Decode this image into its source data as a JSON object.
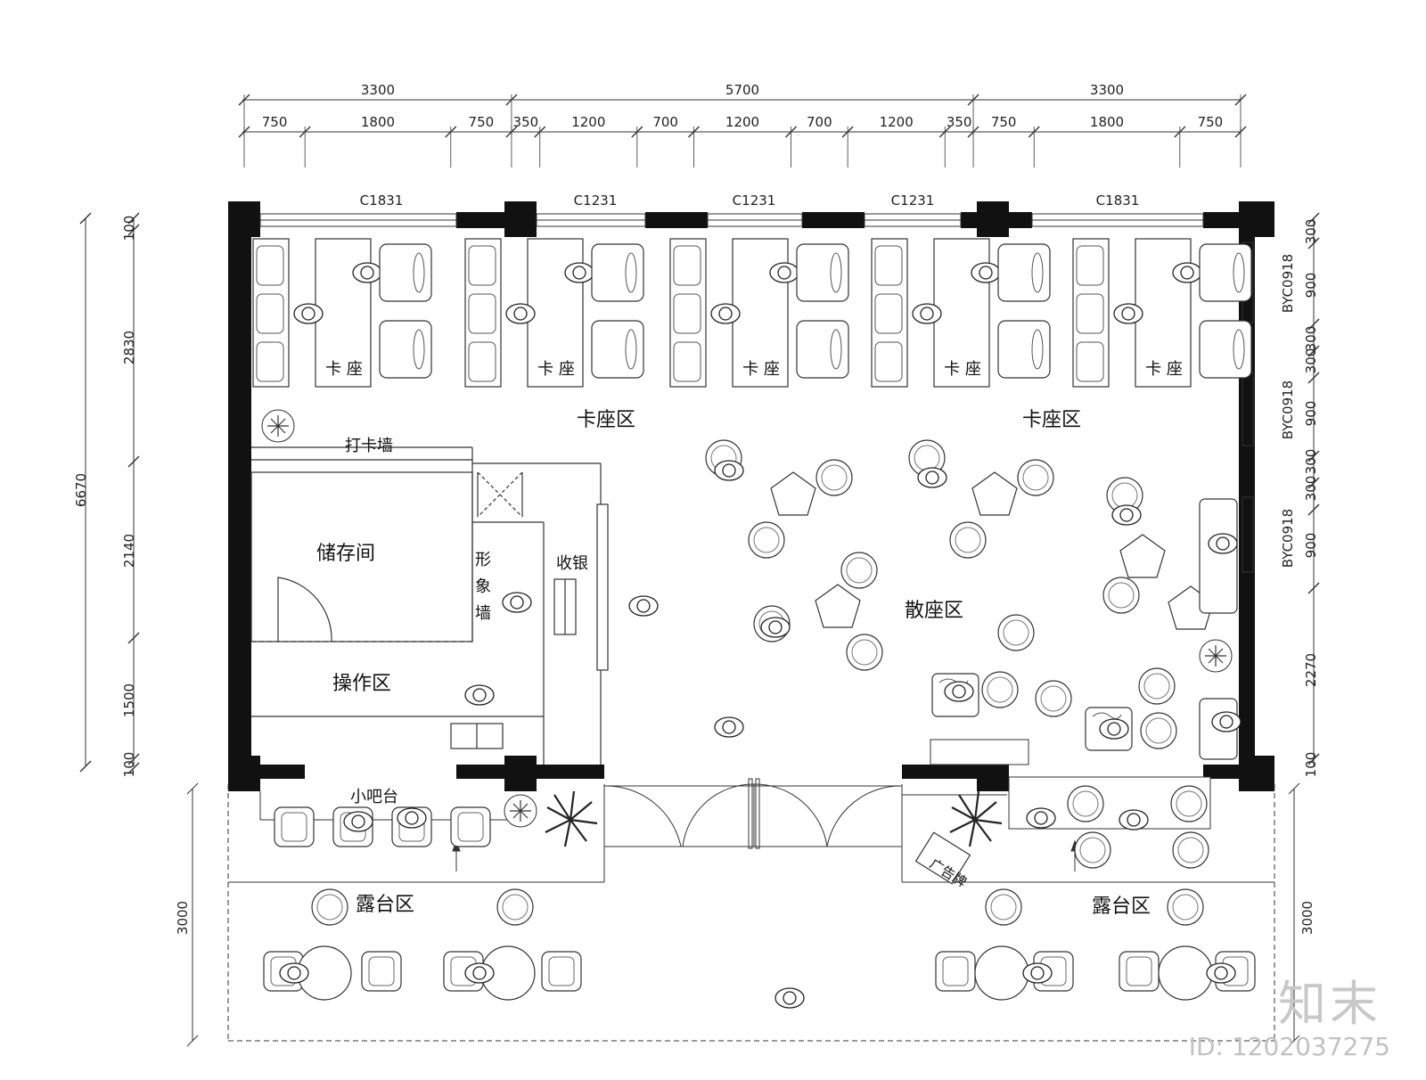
{
  "dims_top_total": [
    "3300",
    "5700",
    "3300"
  ],
  "dims_top_detail": [
    "750",
    "1800",
    "750",
    "350",
    "1200",
    "700",
    "1200",
    "700",
    "1200",
    "350",
    "750",
    "1800",
    "750"
  ],
  "windows_top": [
    "C1831",
    "C1231",
    "C1231",
    "C1231",
    "C1831"
  ],
  "dims_left_total": "6670",
  "dims_left_detail": [
    "100",
    "2830",
    "2140",
    "1500",
    "100"
  ],
  "dims_right_detail": [
    "300",
    "900",
    "300",
    "300",
    "900",
    "300",
    "300",
    "900",
    "2270",
    "100"
  ],
  "windows_right": [
    "BYC0918",
    "BYC0918",
    "BYC0918"
  ],
  "dims_terrace": "3000",
  "rooms": {
    "booth": "卡 座",
    "booth_zone": "卡座区",
    "checkin_wall": "打卡墙",
    "storage": "储存间",
    "image_wall": "形象墙",
    "cashier": "收银",
    "operation": "操作区",
    "loose_seating": "散座区",
    "mini_bar": "小吧台",
    "terrace": "露台区",
    "billboard": "广告牌"
  },
  "brand": "知末",
  "image_id": "ID: 1202037275"
}
